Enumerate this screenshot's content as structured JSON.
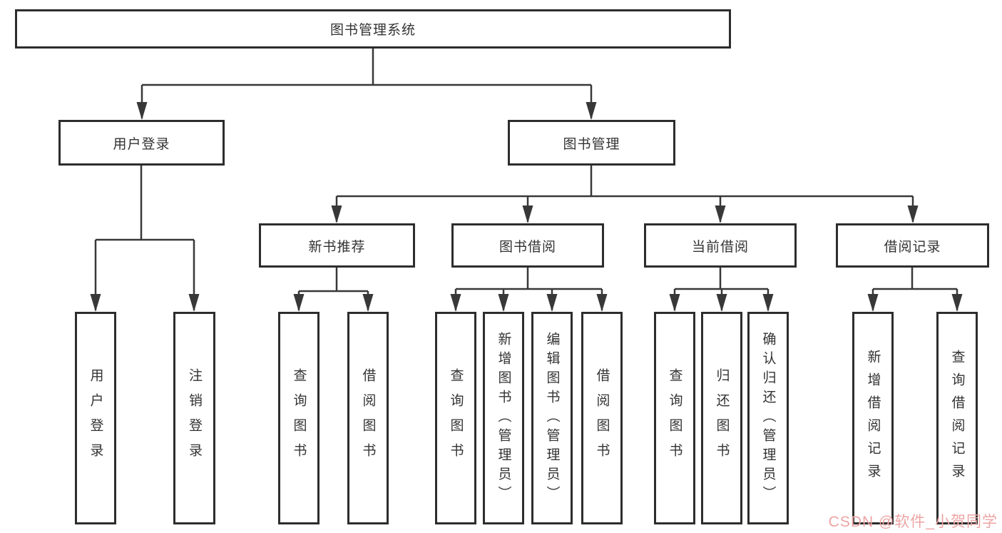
{
  "root": {
    "label": "图书管理系统"
  },
  "tree": {
    "user_login": {
      "label": "用户登录",
      "children": [
        {
          "label": "用户登录"
        },
        {
          "label": "注销登录"
        }
      ]
    },
    "book_mgmt": {
      "label": "图书管理",
      "children": [
        {
          "label": "新书推荐",
          "children": [
            {
              "label": "查询图书"
            },
            {
              "label": "借阅图书"
            }
          ]
        },
        {
          "label": "图书借阅",
          "children": [
            {
              "label": "查询图书"
            },
            {
              "label": "新增图书（管理员）"
            },
            {
              "label": "编辑图书（管理员）"
            },
            {
              "label": "借阅图书"
            }
          ]
        },
        {
          "label": "当前借阅",
          "children": [
            {
              "label": "查询图书"
            },
            {
              "label": "归还图书"
            },
            {
              "label": "确认归还（管理员）"
            }
          ]
        },
        {
          "label": "借阅记录",
          "children": [
            {
              "label": "新增借阅记录"
            },
            {
              "label": "查询借阅记录"
            }
          ]
        }
      ]
    }
  },
  "watermark": {
    "text": "CSDN @软件_小贺同学",
    "color": "#eda4a4"
  },
  "colors": {
    "line": "#383838",
    "box_border": "#2d2d2d",
    "text": "#333333",
    "background": "#ffffff"
  }
}
